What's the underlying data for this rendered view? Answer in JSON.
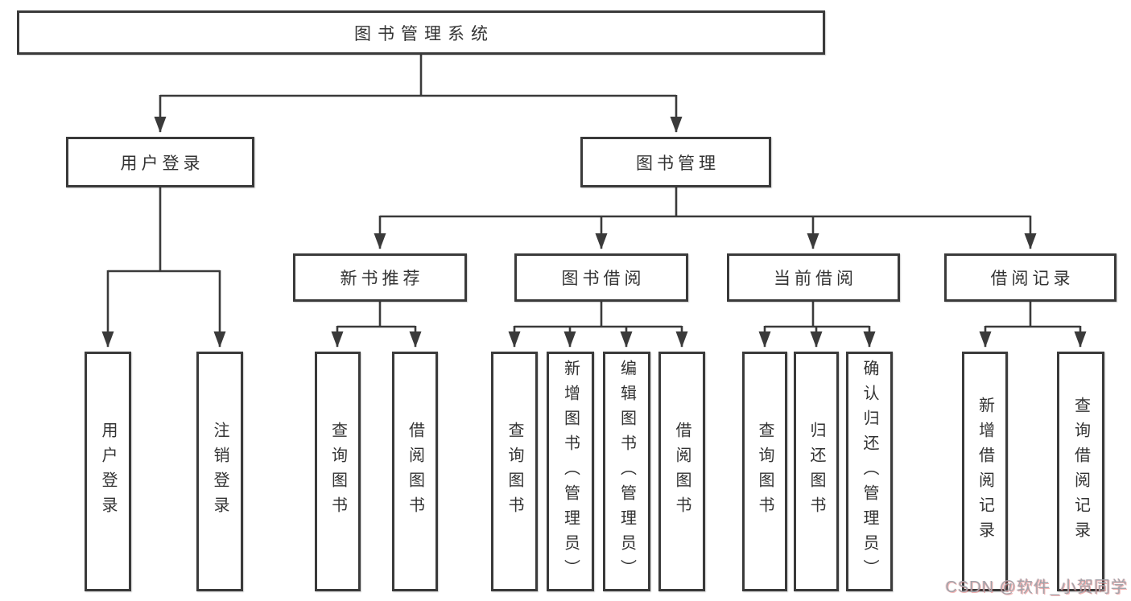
{
  "page": {
    "watermark": "CSDN @软件_小贺同学"
  },
  "colors": {
    "line": "#3a3a3a",
    "border": "#3a3a3a",
    "text": "#333333",
    "watermark": "#a2a4ab",
    "background": "#ffffff"
  },
  "tree": {
    "root": {
      "label": "图书管理系统"
    },
    "level2": [
      {
        "label": "用户登录"
      },
      {
        "label": "图书管理"
      }
    ],
    "level3": [
      {
        "label": "新书推荐"
      },
      {
        "label": "图书借阅"
      },
      {
        "label": "当前借阅"
      },
      {
        "label": "借阅记录"
      }
    ],
    "leaves": {
      "user_login": [
        {
          "label": "用户登录"
        },
        {
          "label": "注销登录"
        }
      ],
      "new_book_recommend": [
        {
          "label": "查询图书"
        },
        {
          "label": "借阅图书"
        }
      ],
      "book_borrow": [
        {
          "label": "查询图书"
        },
        {
          "label": "新增图书（管理员）"
        },
        {
          "label": "编辑图书（管理员）"
        },
        {
          "label": "借阅图书"
        }
      ],
      "current_borrow": [
        {
          "label": "查询图书"
        },
        {
          "label": "归还图书"
        },
        {
          "label": "确认归还（管理员）"
        }
      ],
      "borrow_record": [
        {
          "label": "新增借阅记录"
        },
        {
          "label": "查询借阅记录"
        }
      ]
    }
  }
}
